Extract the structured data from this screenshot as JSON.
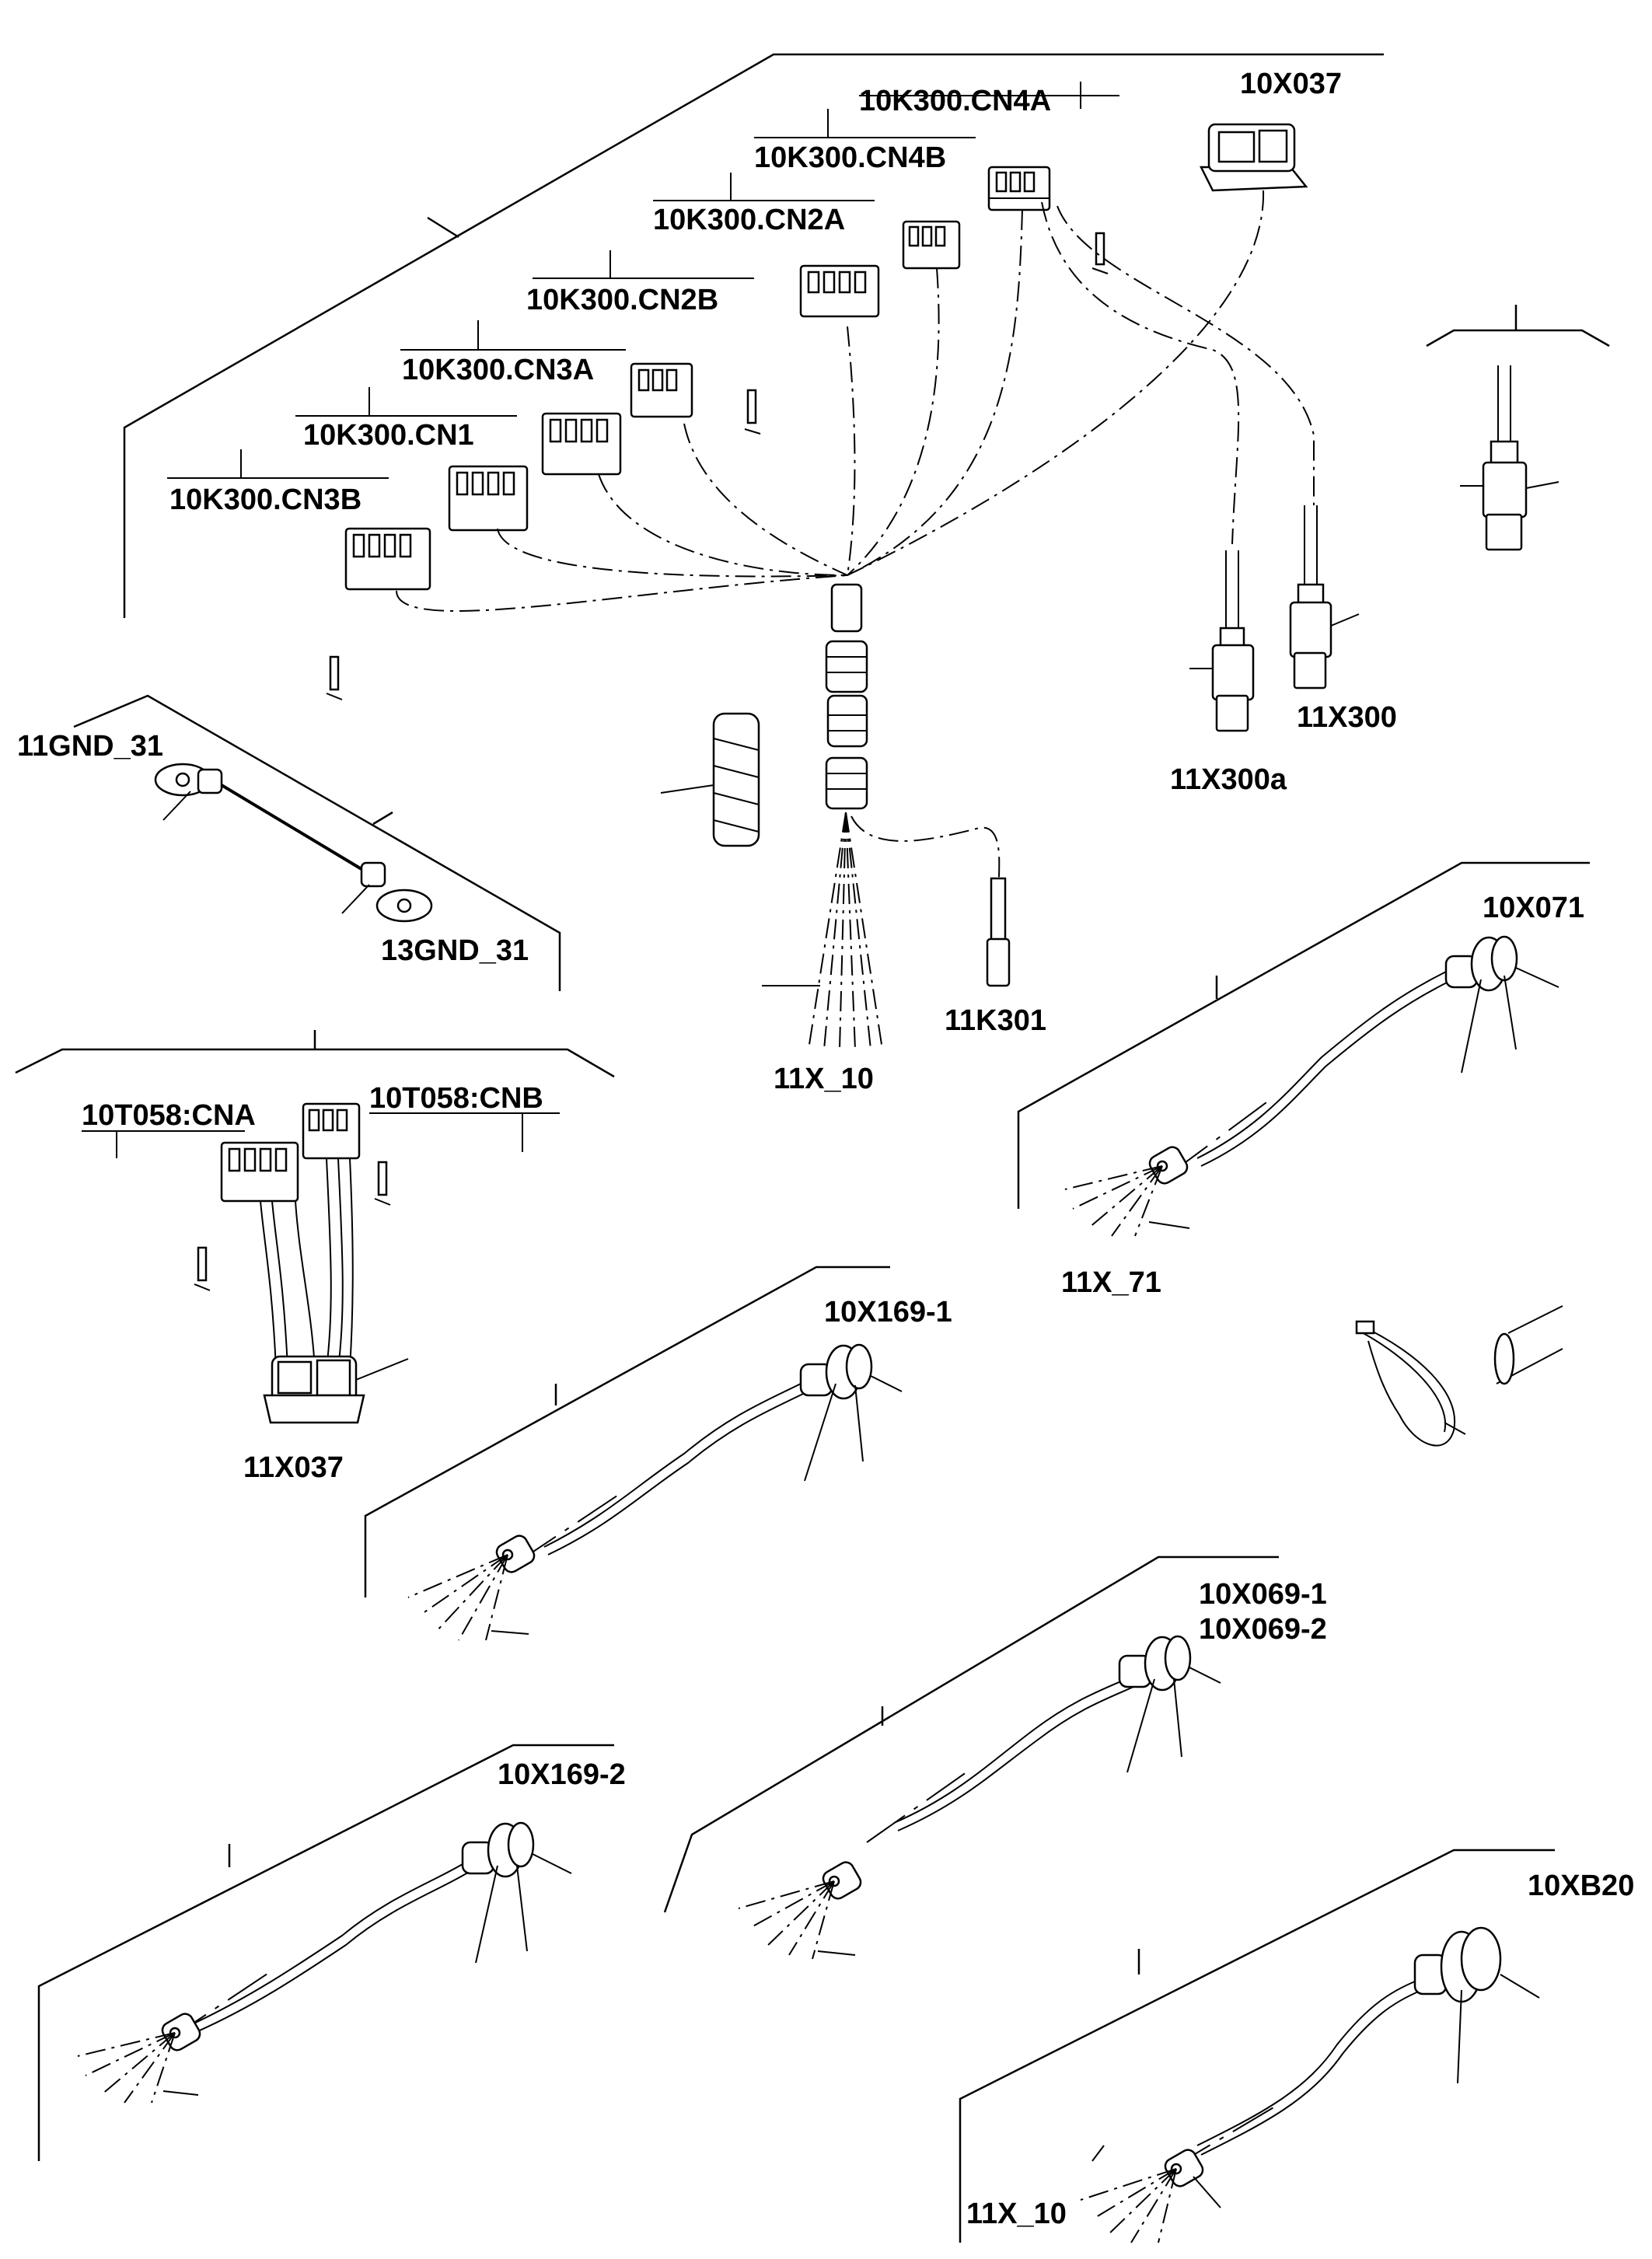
{
  "labels": {
    "cn4a": "10K300.CN4A",
    "x037_top": "10X037",
    "cn4b": "10K300.CN4B",
    "cn2a": "10K300.CN2A",
    "cn2b": "10K300.CN2B",
    "cn3a": "10K300.CN3A",
    "cn1": "10K300.CN1",
    "cn3b": "10K300.CN3B",
    "x300": "11X300",
    "x300a": "11X300a",
    "gnd11": "11GND_31",
    "gnd13": "13GND_31",
    "k301": "11K301",
    "x10_top": "11X_10",
    "x071": "10X071",
    "t058a": "10T058:CNA",
    "t058b": "10T058:CNB",
    "x71": "11X_71",
    "x169_1": "10X169-1",
    "x037_bot": "11X037",
    "x069_1": "10X069-1",
    "x069_2": "10X069-2",
    "x169_2": "10X169-2",
    "xb20": "10XB20",
    "x10_bot": "11X_10"
  }
}
